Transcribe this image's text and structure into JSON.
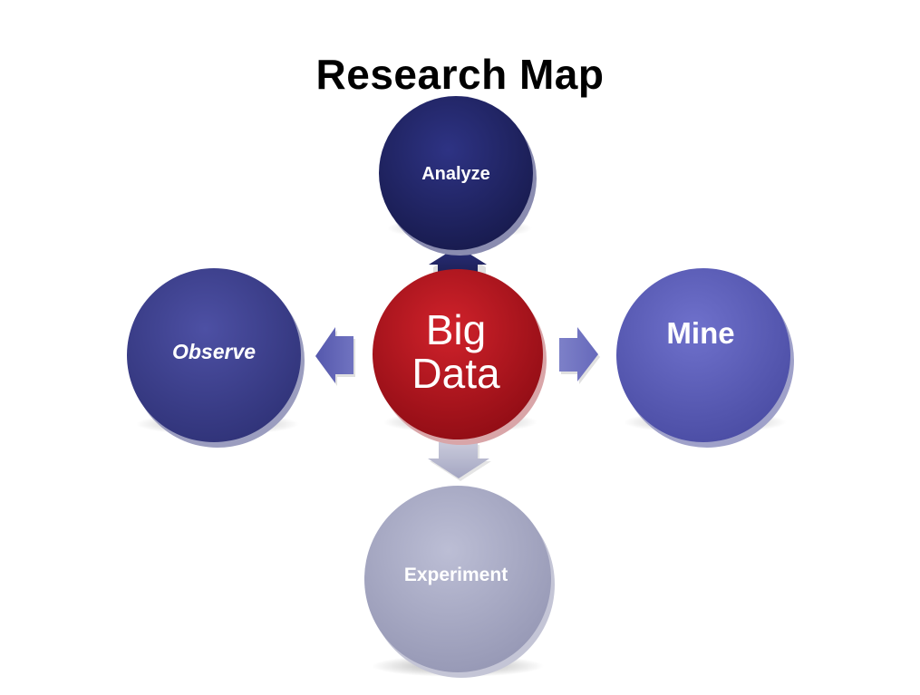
{
  "diagram": {
    "title": "Research Map",
    "center": {
      "line1": "Big",
      "line2": "Data",
      "color": "#b0121c"
    },
    "nodes": {
      "analyze": {
        "label": "Analyze",
        "color": "#1f2363"
      },
      "observe": {
        "label": "Observe",
        "color": "#3c3f8f"
      },
      "mine": {
        "label": "Mine",
        "color": "#5a5cb8"
      },
      "experiment": {
        "label": "Experiment",
        "color": "#a7a9c4"
      }
    }
  }
}
